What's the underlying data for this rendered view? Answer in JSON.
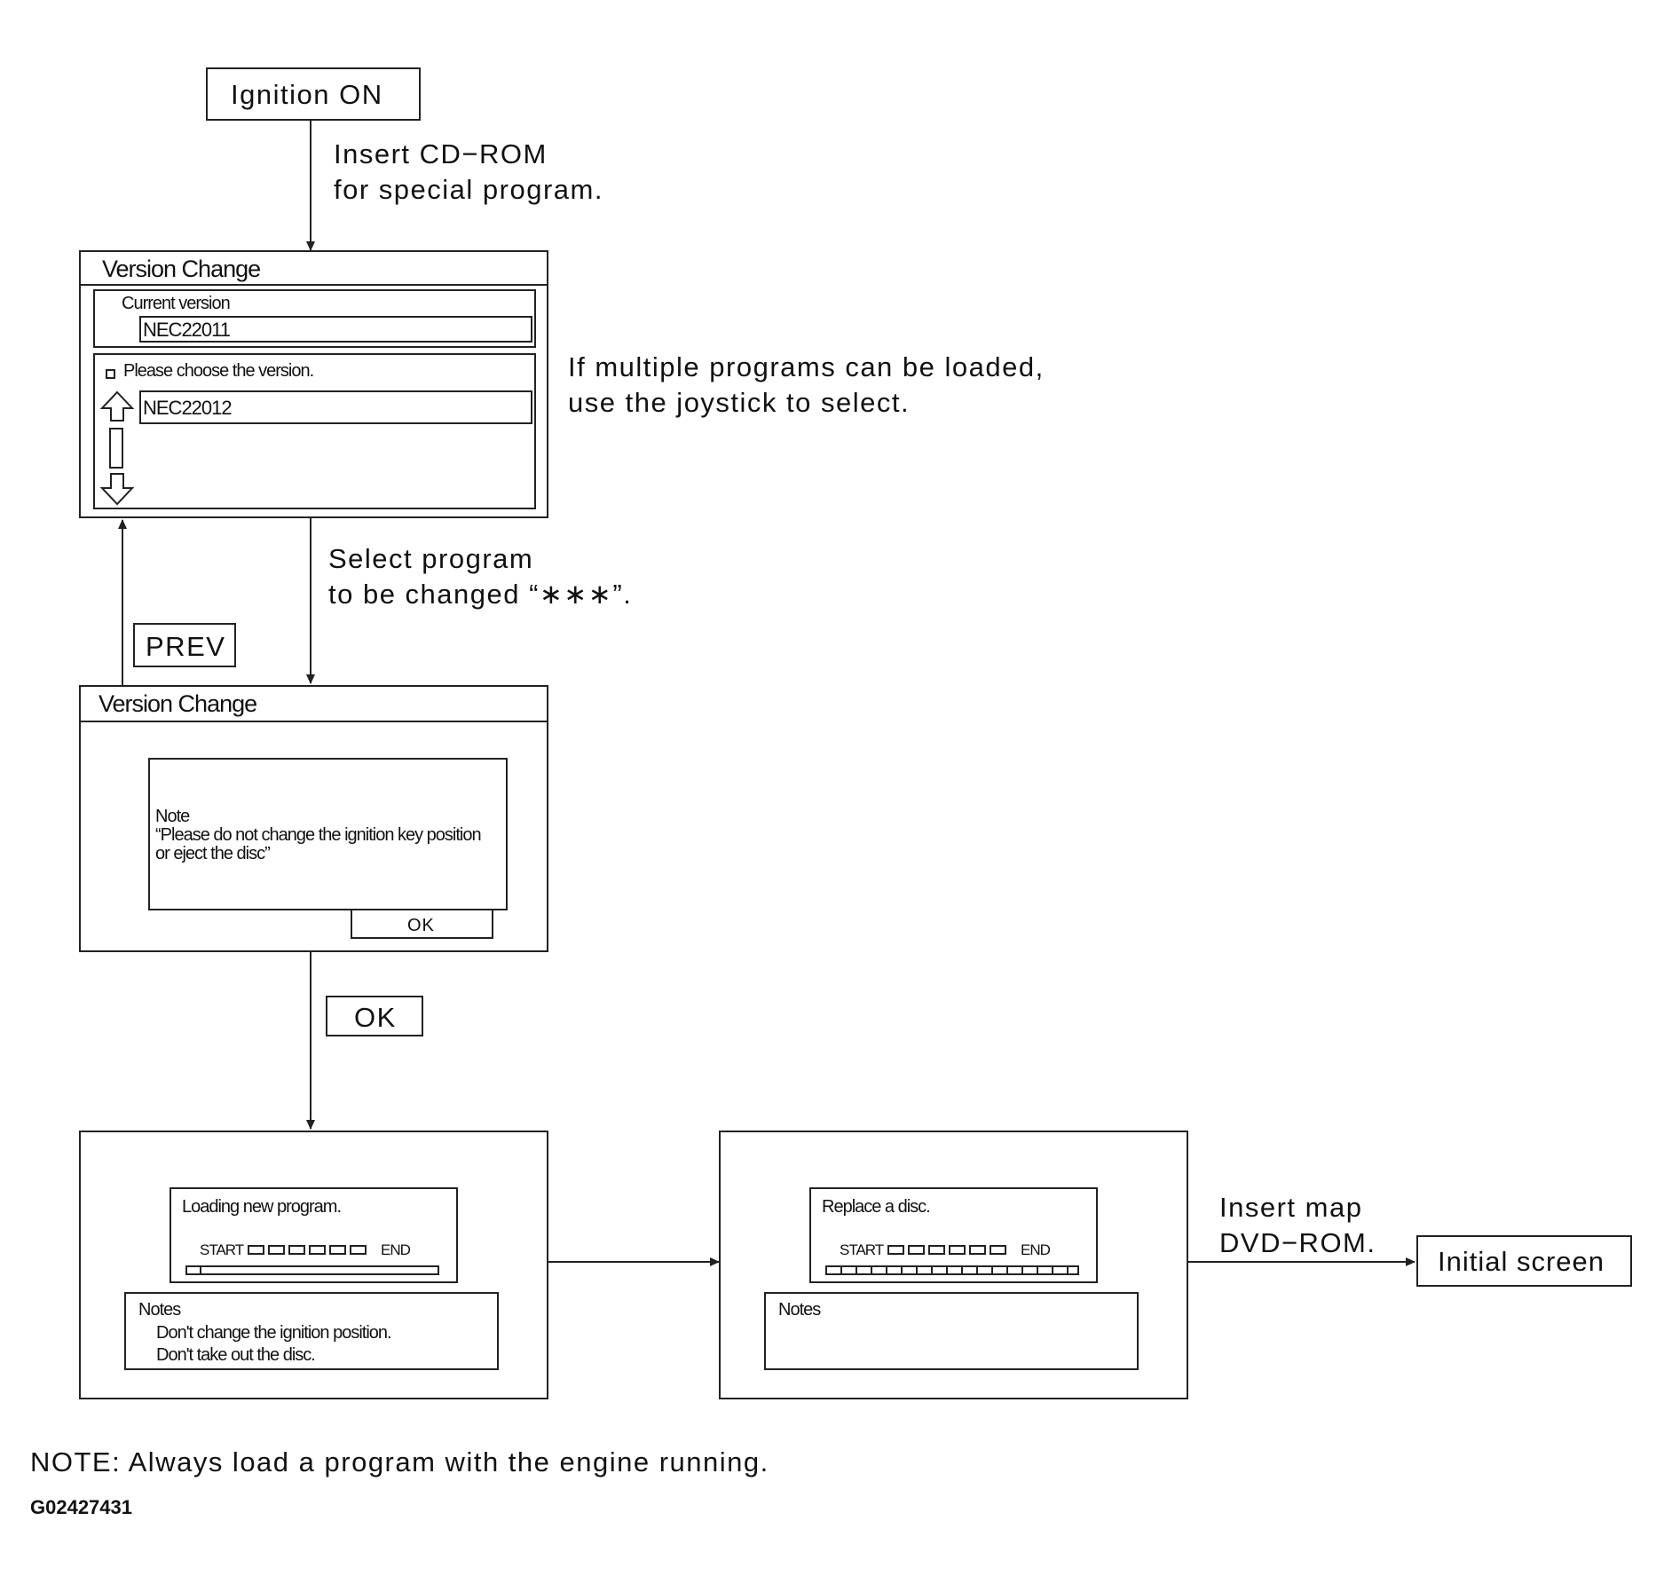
{
  "nodes": {
    "ignition_on": "Ignition ON",
    "prev": "PREV",
    "ok_key": "OK",
    "initial_screen": "Initial screen"
  },
  "captions": {
    "insert_cdrom_1": "Insert CD−ROM",
    "insert_cdrom_2": "for special program.",
    "multiple_1": "If multiple programs can be loaded,",
    "multiple_2": "use the joystick to select.",
    "select_1": "Select program",
    "select_2": "to be changed “∗∗∗”.",
    "insert_map_1": "Insert map",
    "insert_map_2": "DVD−ROM."
  },
  "screen1": {
    "title": "Version Change",
    "current_label": "Current version",
    "current_value": "NEC22011",
    "choose_label": "Please choose the version.",
    "choose_value": "NEC22012"
  },
  "screen2": {
    "title": "Version Change",
    "note_title": "Note",
    "note_line1": "“Please do not change the ignition key position",
    "note_line2": "or eject the disc”",
    "ok_button": "OK"
  },
  "screen3": {
    "status": "Loading new program.",
    "start": "START",
    "end": "END",
    "progress": 0.05,
    "notes_title": "Notes",
    "note1": "Don't change the ignition position.",
    "note2": "Don't take out the disc."
  },
  "screen4": {
    "status": "Replace a disc.",
    "start": "START",
    "end": "END",
    "progress": 1.0,
    "notes_title": "Notes"
  },
  "footer": {
    "note": "NOTE: Always load a program with the engine running.",
    "code": "G02427431"
  }
}
